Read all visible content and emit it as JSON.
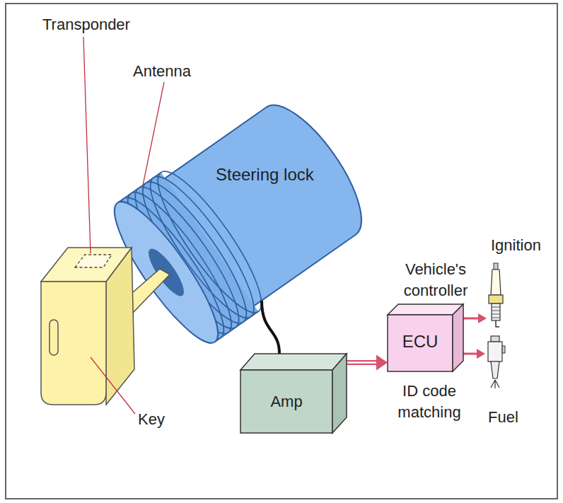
{
  "diagram": {
    "nodes": [
      {
        "text": [
          "Steering lock"
        ]
      },
      {
        "text": [
          "Amp"
        ]
      },
      {
        "text": [
          "Vehicle's controller",
          "ECU",
          "ID code matching"
        ]
      },
      {
        "text": [
          "Ignition"
        ]
      },
      {
        "text": [
          "Fuel"
        ]
      }
    ],
    "edges": [
      {
        "from": 0,
        "to": 1,
        "arrow": "none"
      },
      {
        "from": 1,
        "to": 2,
        "arrow": "to"
      },
      {
        "from": 2,
        "to": 3,
        "arrow": "to"
      },
      {
        "from": 2,
        "to": 4,
        "arrow": "to"
      }
    ],
    "labels": [
      "Transponder",
      "Antenna",
      "Key"
    ]
  }
}
